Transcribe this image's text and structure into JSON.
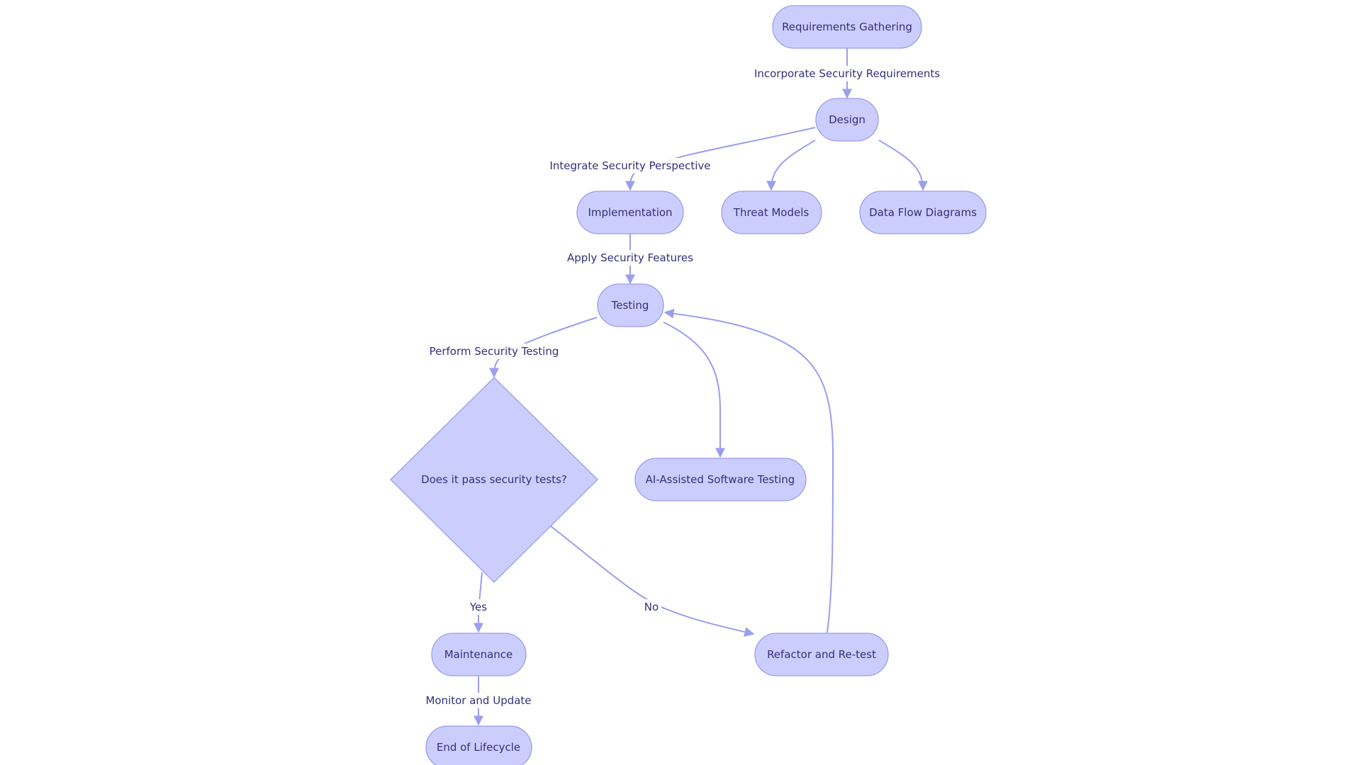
{
  "diagram": {
    "type": "flowchart",
    "colors": {
      "node_fill": "#cbcdfc",
      "node_stroke": "#9b9ded",
      "edge": "#9b9ded",
      "text": "#34307a",
      "background": "#ffffff"
    },
    "nodes": {
      "requirements_gathering": "Requirements Gathering",
      "design": "Design",
      "implementation": "Implementation",
      "threat_models": "Threat Models",
      "data_flow_diagrams": "Data Flow Diagrams",
      "testing": "Testing",
      "decision": "Does it pass security tests?",
      "ai_assisted_testing": "AI-Assisted Software Testing",
      "maintenance": "Maintenance",
      "refactor_retest": "Refactor and Re-test",
      "end_of_lifecycle": "End of Lifecycle"
    },
    "edges": {
      "req_to_design": "Incorporate Security Requirements",
      "design_to_impl": "Integrate Security Perspective",
      "impl_to_testing": "Apply Security Features",
      "testing_to_decision": "Perform Security Testing",
      "decision_yes": "Yes",
      "decision_no": "No",
      "maint_to_end": "Monitor and Update"
    }
  }
}
